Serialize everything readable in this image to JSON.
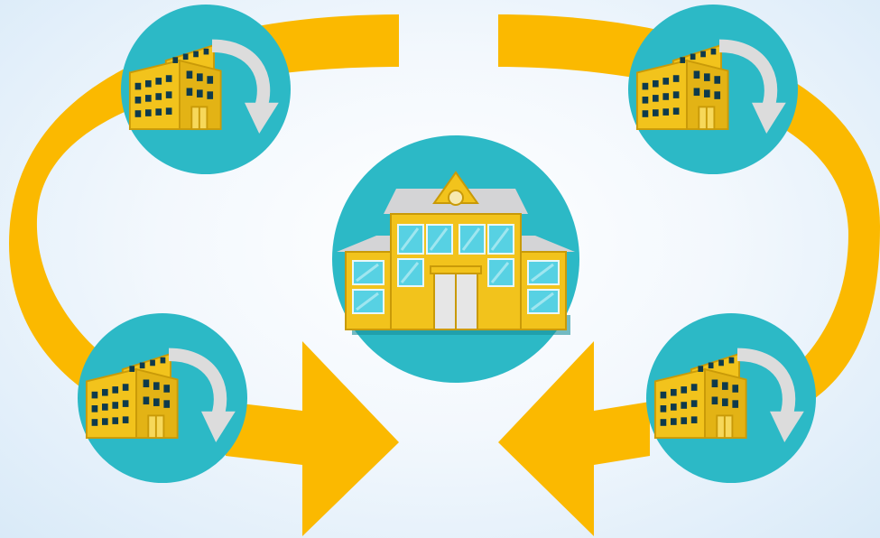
{
  "colors": {
    "background_center": "#ffffff",
    "background_edge": "#d9eaf8",
    "arrow": "#fbb900",
    "circle": "#2cb9c6",
    "building": "#f2c31c",
    "building_outline": "#c99a08",
    "window": "#0e3a4c",
    "glass": "#57d1e3",
    "roof": "#d4d4d6",
    "curved_arrow": "#dcdcdc"
  },
  "icons": {
    "hub": "school-building-icon",
    "node": "office-building-icon",
    "node_arrow": "curved-arrow-icon",
    "flow_arrow": "arrow-icon"
  },
  "nodes": [
    {
      "id": "top-left"
    },
    {
      "id": "top-right"
    },
    {
      "id": "bottom-left"
    },
    {
      "id": "bottom-right"
    }
  ],
  "flows": [
    {
      "from": "top-left",
      "to": "bottom-left"
    },
    {
      "from": "top-right",
      "to": "bottom-right"
    },
    {
      "from": "bottom-left",
      "to": "center"
    },
    {
      "from": "bottom-right",
      "to": "center"
    }
  ]
}
